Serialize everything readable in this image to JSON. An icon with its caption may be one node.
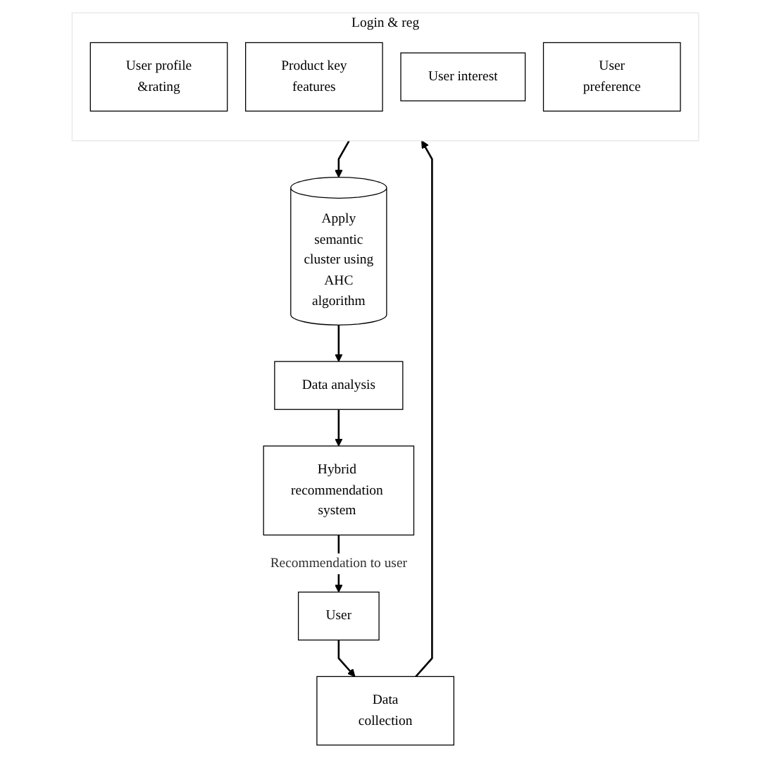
{
  "diagram": {
    "nodes": [
      {
        "text": [
          "User"
        ]
      },
      {
        "text": [
          "Hybrid recommendation system"
        ]
      },
      {
        "text": [
          "Data collection"
        ]
      },
      {
        "text": [
          "Login & reg"
        ]
      },
      {
        "text": [
          "User profile &rating"
        ],
        "in": 3
      },
      {
        "text": [
          "Product key features"
        ],
        "in": 3
      },
      {
        "text": [
          "User interest"
        ],
        "in": 3
      },
      {
        "text": [
          "User preference"
        ],
        "in": 3
      },
      {
        "text": [
          "Apply semantic cluster using AHC algorithm"
        ]
      },
      {
        "text": [
          "Data analysis"
        ]
      }
    ],
    "edges": [
      {
        "from": 1,
        "to": 0,
        "arrow": "to",
        "label": "Recommendation to user"
      },
      {
        "from": 0,
        "to": 2,
        "arrow": "to"
      },
      {
        "from": 2,
        "to": 3,
        "arrow": "to"
      },
      {
        "from": 3,
        "to": 8,
        "arrow": "to"
      },
      {
        "from": 8,
        "to": 9,
        "arrow": "to"
      },
      {
        "from": 9,
        "to": 1,
        "arrow": "to"
      }
    ]
  }
}
